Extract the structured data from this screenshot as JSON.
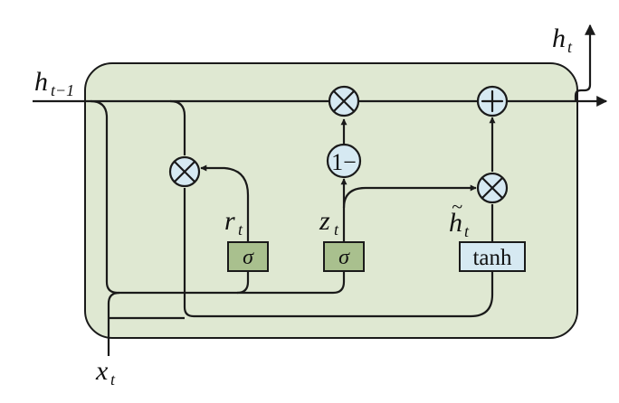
{
  "colors": {
    "cell_fill": "#dfe8d2",
    "cell_stroke": "#1a1a1a",
    "circle_fill": "#d6e9f2",
    "sigma_fill": "#a9c08e",
    "tanh_fill": "#d6e9f2",
    "line": "#1a1a1a"
  },
  "labels": {
    "h_prev_main": "h",
    "h_prev_sub": "t−1",
    "h_out_main": "h",
    "h_out_sub": "t",
    "x_main": "x",
    "x_sub": "t",
    "r_main": "r",
    "r_sub": "t",
    "z_main": "z",
    "z_sub": "t",
    "hcand_main": "h",
    "hcand_sub": "t",
    "hcand_tilde": "~"
  },
  "gates": {
    "reset_gate": "σ",
    "update_gate": "σ",
    "candidate": "tanh",
    "one_minus": "1−"
  },
  "operators": {
    "reset_multiply": "multiply",
    "forget_multiply": "multiply",
    "update_multiply": "multiply",
    "add": "add"
  }
}
